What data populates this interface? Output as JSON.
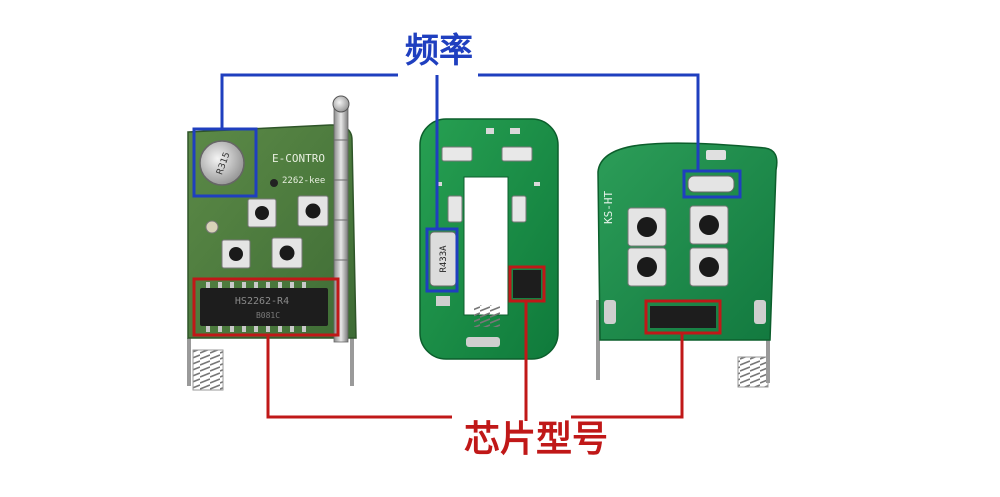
{
  "labels": {
    "frequency": "频率",
    "chip_model": "芯片型号"
  },
  "boards": {
    "left": {
      "silkscreen_brand": "E-CONTRO",
      "silkscreen_model": "2262-kee",
      "chip_text": "HS2262-R4",
      "chip_code": "B081C",
      "resonator_text": "R315"
    },
    "middle": {
      "resonator_text": "R433A"
    },
    "right": {
      "silkscreen_text": "KS-HT"
    }
  },
  "colors": {
    "frequency_annotation": "#1f3fbf",
    "chip_annotation": "#c01818",
    "pcb_green": "#3f7a3a",
    "pcb_green_bright": "#1f8a45",
    "pcb_green_dark": "#0f6b35"
  }
}
